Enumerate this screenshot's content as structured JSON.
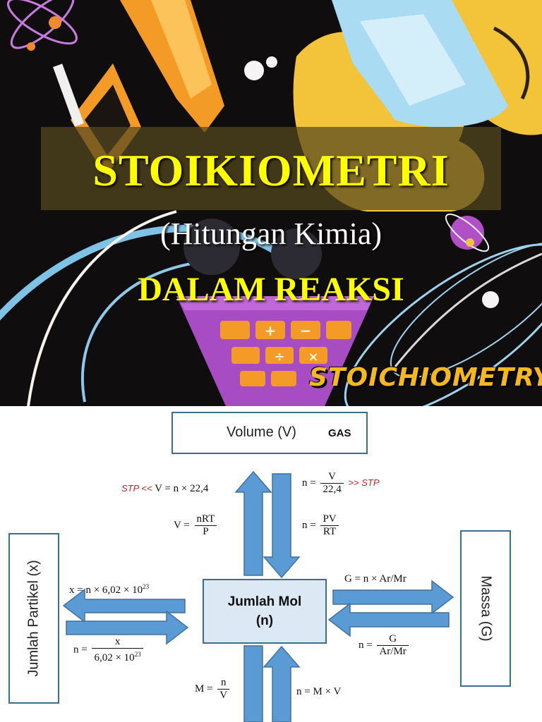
{
  "cover": {
    "title": "STOIKIOMETRI",
    "subtitle": "(Hitungan Kimia)",
    "subtitle2": "DALAM REAKSI",
    "art_label": "STOICHIOMETRY",
    "calculator_keys": [
      "+",
      "−",
      "÷",
      "×"
    ]
  },
  "diagram": {
    "volume_box": {
      "label": "Volume (V)",
      "tag": "GAS"
    },
    "center_box": {
      "line1": "Jumlah Mol",
      "line2": "(n)"
    },
    "particle_box": {
      "label": "Jumlah Partikel (x)"
    },
    "mass_box": {
      "label": "Massa (G)"
    },
    "formulas": {
      "stp_left": "STP <<",
      "v_from_n": "V = n × 22,4",
      "n_from_v_lhs": "n =",
      "n_from_v_num": "V",
      "n_from_v_den": "22,4",
      "stp_right": ">> STP",
      "v_ideal_lhs": "V =",
      "v_ideal_num": "nRT",
      "v_ideal_den": "P",
      "n_ideal_lhs": "n =",
      "n_ideal_num": "PV",
      "n_ideal_den": "RT",
      "x_from_n_base": "x = n  × 6,02  × 10",
      "x_from_n_exp": "23",
      "n_from_x_lhs": "n =",
      "n_from_x_num": "x",
      "n_from_x_den_base": "6,02  × 10",
      "n_from_x_den_exp": "23",
      "g_from_n": "G = n  × Ar/Mr",
      "n_from_g_lhs": "n =",
      "n_from_g_num": "G",
      "n_from_g_den": "Ar/Mr",
      "m_lhs": "M =",
      "m_num": "n",
      "m_den": "V",
      "n_from_m": "n = M × V"
    }
  },
  "colors": {
    "title_yellow": "#ffff00",
    "arrow_blue": "#5b9bd5",
    "mol_box_fill": "#dce9f5",
    "stp_red": "#c0282a"
  }
}
